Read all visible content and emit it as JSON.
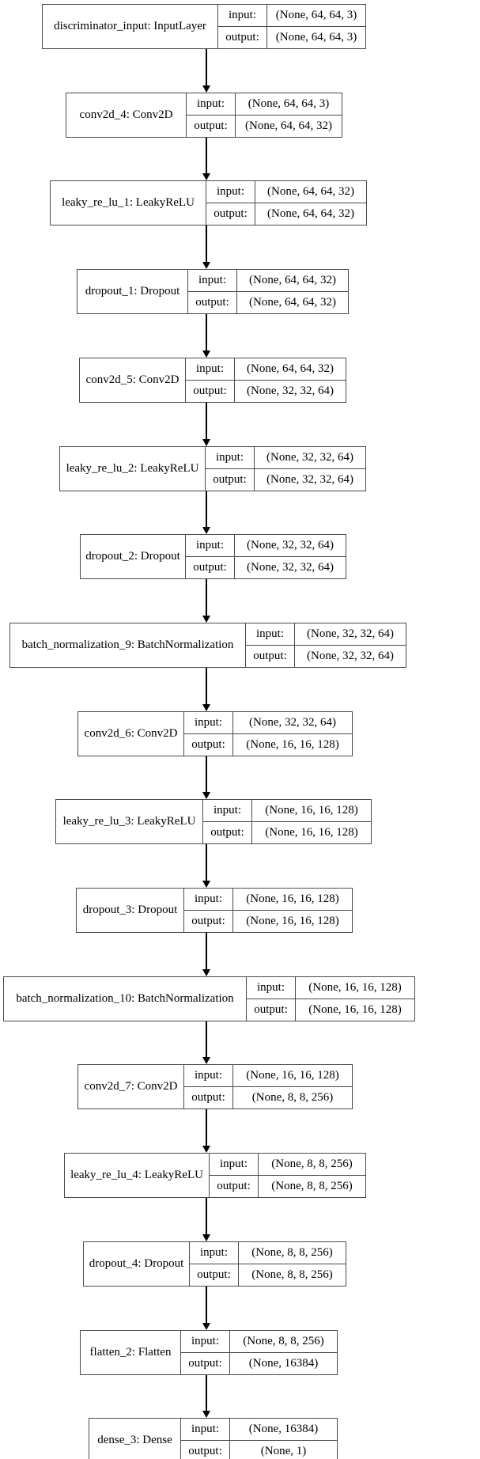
{
  "diagram": {
    "type": "keras-model-graph",
    "orientation": "vertical",
    "edge_count": 15,
    "io_labels": {
      "input": "input:",
      "output": "output:"
    },
    "colors": {
      "border": "#4a4a4a",
      "arrow": "#000000",
      "background": "#ffffff",
      "text": "#000000"
    },
    "nodes": [
      {
        "id": "discriminator_input",
        "title": "discriminator_input: InputLayer",
        "input_shape": "(None, 64, 64, 3)",
        "output_shape": "(None, 64, 64, 3)"
      },
      {
        "id": "conv2d_4",
        "title": "conv2d_4: Conv2D",
        "input_shape": "(None, 64, 64, 3)",
        "output_shape": "(None, 64, 64, 32)"
      },
      {
        "id": "leaky_re_lu_1",
        "title": "leaky_re_lu_1: LeakyReLU",
        "input_shape": "(None, 64, 64, 32)",
        "output_shape": "(None, 64, 64, 32)"
      },
      {
        "id": "dropout_1",
        "title": "dropout_1: Dropout",
        "input_shape": "(None, 64, 64, 32)",
        "output_shape": "(None, 64, 64, 32)"
      },
      {
        "id": "conv2d_5",
        "title": "conv2d_5: Conv2D",
        "input_shape": "(None, 64, 64, 32)",
        "output_shape": "(None, 32, 32, 64)"
      },
      {
        "id": "leaky_re_lu_2",
        "title": "leaky_re_lu_2: LeakyReLU",
        "input_shape": "(None, 32, 32, 64)",
        "output_shape": "(None, 32, 32, 64)"
      },
      {
        "id": "dropout_2",
        "title": "dropout_2: Dropout",
        "input_shape": "(None, 32, 32, 64)",
        "output_shape": "(None, 32, 32, 64)"
      },
      {
        "id": "batch_normalization_9",
        "title": "batch_normalization_9: BatchNormalization",
        "input_shape": "(None, 32, 32, 64)",
        "output_shape": "(None, 32, 32, 64)"
      },
      {
        "id": "conv2d_6",
        "title": "conv2d_6: Conv2D",
        "input_shape": "(None, 32, 32, 64)",
        "output_shape": "(None, 16, 16, 128)"
      },
      {
        "id": "leaky_re_lu_3",
        "title": "leaky_re_lu_3: LeakyReLU",
        "input_shape": "(None, 16, 16, 128)",
        "output_shape": "(None, 16, 16, 128)"
      },
      {
        "id": "dropout_3",
        "title": "dropout_3: Dropout",
        "input_shape": "(None, 16, 16, 128)",
        "output_shape": "(None, 16, 16, 128)"
      },
      {
        "id": "batch_normalization_10",
        "title": "batch_normalization_10: BatchNormalization",
        "input_shape": "(None, 16, 16, 128)",
        "output_shape": "(None, 16, 16, 128)"
      },
      {
        "id": "conv2d_7",
        "title": "conv2d_7: Conv2D",
        "input_shape": "(None, 16, 16, 128)",
        "output_shape": "(None, 8, 8, 256)"
      },
      {
        "id": "leaky_re_lu_4",
        "title": "leaky_re_lu_4: LeakyReLU",
        "input_shape": "(None, 8, 8, 256)",
        "output_shape": "(None, 8, 8, 256)"
      },
      {
        "id": "dropout_4",
        "title": "dropout_4: Dropout",
        "input_shape": "(None, 8, 8, 256)",
        "output_shape": "(None, 8, 8, 256)"
      },
      {
        "id": "flatten_2",
        "title": "flatten_2: Flatten",
        "input_shape": "(None, 8, 8, 256)",
        "output_shape": "(None, 16384)"
      },
      {
        "id": "dense_3",
        "title": "dense_3: Dense",
        "input_shape": "(None, 16384)",
        "output_shape": "(None, 1)"
      }
    ]
  }
}
